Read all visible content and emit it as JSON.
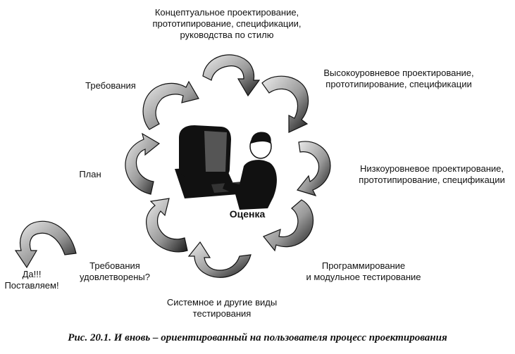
{
  "labels": {
    "concept": [
      "Концептуальное проектирование,",
      "прототипирование, спецификации,",
      "руководства по стилю"
    ],
    "high_level": [
      "Высокоуровневое проектирование,",
      "прототипирование, спецификации"
    ],
    "low_level": [
      "Низкоуровневое проектирование,",
      "прототипирование, спецификации"
    ],
    "programming": [
      "Программирование",
      "и модульное тестирование"
    ],
    "system_testing": [
      "Системное и другие виды",
      "тестирования"
    ],
    "requirements_met": [
      "Требования",
      "удовлетворены?"
    ],
    "yes_ship": [
      "Да!!!",
      "Поставляем!"
    ],
    "plan": "План",
    "requirements": "Требования",
    "center": "Оценка"
  },
  "caption": "Рис. 20.1. И вновь – ориентированный на пользователя процесс проектирования",
  "colors": {
    "arrow_fill": "#c8c8c8",
    "arrow_stroke": "#111111",
    "dark": "#111111"
  }
}
